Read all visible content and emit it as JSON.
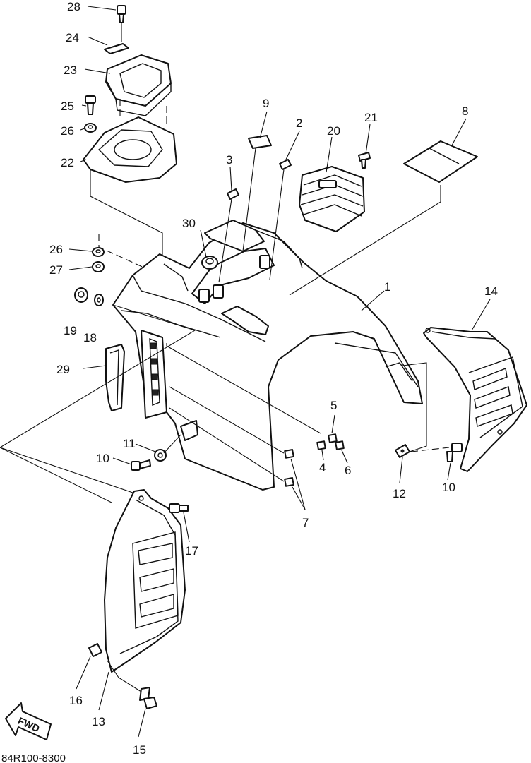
{
  "diagram": {
    "drawing_code": "84R100-8300",
    "fwd_label": "FWD",
    "callouts": {
      "c1": "1",
      "c2": "2",
      "c3": "3",
      "c4": "4",
      "c5": "5",
      "c6": "6",
      "c7": "7",
      "c8": "8",
      "c9": "9",
      "c10a": "10",
      "c10b": "10",
      "c11": "11",
      "c12": "12",
      "c13": "13",
      "c14": "14",
      "c15": "15",
      "c16": "16",
      "c17": "17",
      "c18": "18",
      "c19": "19",
      "c20": "20",
      "c21": "21",
      "c22": "22",
      "c23": "23",
      "c24": "24",
      "c25": "25",
      "c26a": "26",
      "c26b": "26",
      "c27": "27",
      "c28": "28",
      "c29": "29",
      "c30": "30"
    }
  }
}
